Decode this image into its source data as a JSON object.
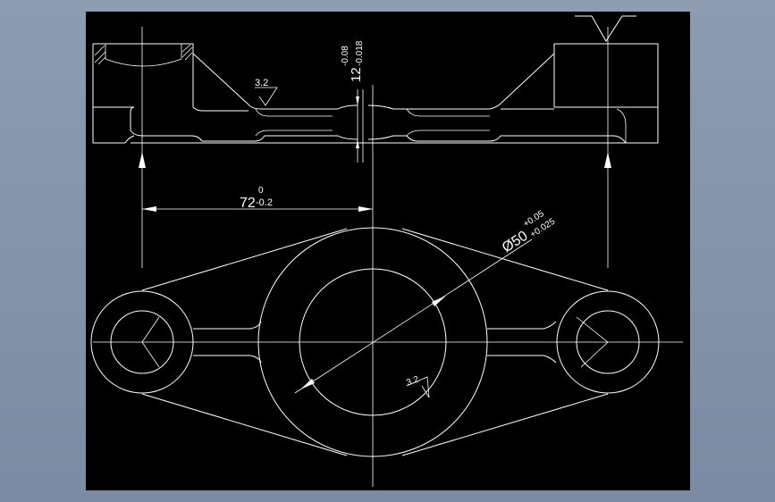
{
  "drawing": {
    "background": "#000000",
    "line_color": "#ffffff",
    "outer_background": "#8593aa"
  },
  "dimensions": {
    "width_72": {
      "nominal": "72",
      "upper": "0",
      "lower": "-0.2"
    },
    "thickness_12": {
      "nominal": "12",
      "upper": "-0.08",
      "lower": "-0.018"
    },
    "diameter_50": {
      "nominal": "Ø50",
      "upper": "+0.05",
      "lower": "+0.025"
    }
  },
  "roughness": {
    "top_view": "3.2",
    "plan_view": "3.2"
  }
}
